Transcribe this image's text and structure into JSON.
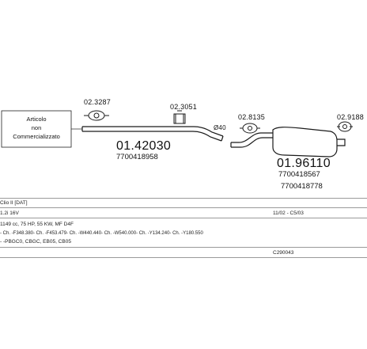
{
  "note_box": {
    "line1": "Articolo",
    "line2": "non",
    "line3": "Commercializzato"
  },
  "parts": {
    "clamp_a": "02.3287",
    "clamp_b": "02.3051",
    "clamp_c": "02.8135",
    "clamp_d": "02.9188",
    "pipe_dim": "Ø40",
    "front_pipe_code": "01.42030",
    "front_pipe_oem": "7700418958",
    "rear_box_code": "01.96110",
    "rear_box_oem_1": "7700418567",
    "rear_box_oem_2": "7700418778"
  },
  "vehicle": {
    "model": "Clio II [DAT]",
    "engine": "1.2i 16V",
    "period": "11/02 - C5/03",
    "specs": "1149 cc, 75 HP, 55 KW, MF D4F",
    "chassis": "- Ch. -F348.380- Ch. -F453.479- Ch. -W440.440- Ch. -W540.000- Ch. -Y134.240- Ch. -Y180.550",
    "variants": "- -PBGC0, CBGC, EB05, CB05",
    "catalog_no": "C290043"
  },
  "colors": {
    "line": "#1a1a1a",
    "rule": "#9a9a9a"
  }
}
